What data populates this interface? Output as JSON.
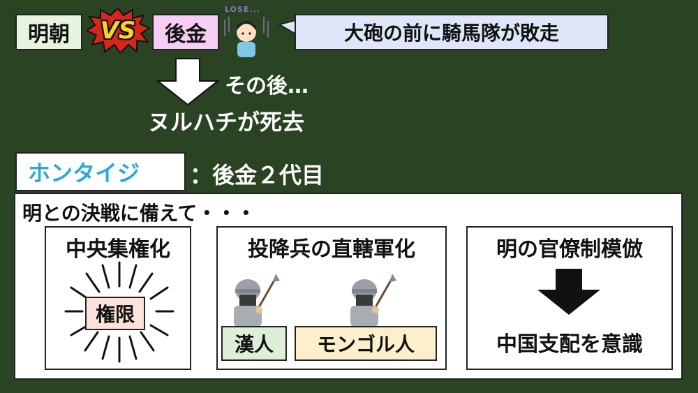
{
  "header": {
    "ming": "明朝",
    "vs": "VS",
    "later_jin": "後金",
    "lose_label": "LOSE...",
    "speech": "大砲の前に騎馬隊が敗走"
  },
  "after": {
    "then": "その後…",
    "death": "ヌルハチが死去"
  },
  "hong_taiji": {
    "name": "ホンタイジ",
    "desc": "：後金２代目"
  },
  "panel": {
    "intro": "明との決戦に備えて・・・",
    "col1": {
      "title": "中央集権化",
      "badge": "権限"
    },
    "col2": {
      "title": "投降兵の直轄軍化",
      "han": "漢人",
      "mongol": "モンゴル人"
    },
    "col3": {
      "title": "明の官僚制模倣",
      "result": "中国支配を意識"
    }
  },
  "colors": {
    "background": "#2a4322",
    "ming_box": "#e6f3dd",
    "later_jin_box": "#f6cdf4",
    "speech_box": "#dfe6f9",
    "hong_taiji_text": "#29a8df",
    "kengen_box": "#fbe3dc",
    "han_box": "#ddefd6",
    "mongol_box": "#fcf0cc",
    "vs_yellow": "#ffd21a",
    "vs_red": "#d8261c"
  }
}
